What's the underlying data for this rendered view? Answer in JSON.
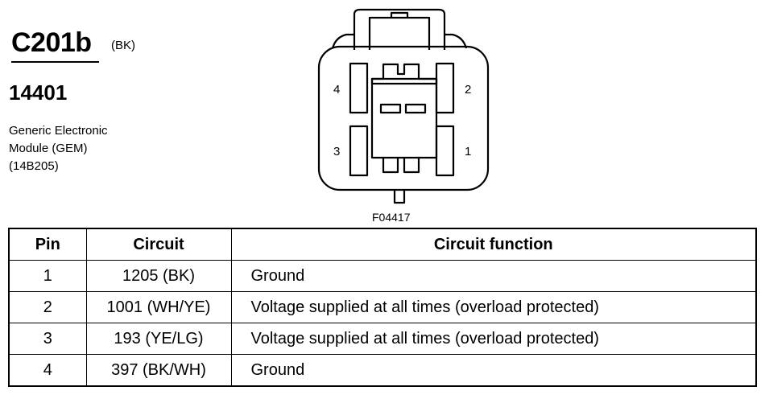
{
  "header": {
    "connector_id": "C201b",
    "connector_color": "(BK)",
    "part_number": "14401",
    "module_lines": [
      "Generic Electronic",
      "Module (GEM)",
      "(14B205)"
    ]
  },
  "diagram": {
    "pin_labels": {
      "pin_4": "4",
      "pin_2": "2",
      "pin_3": "3",
      "pin_1": "1"
    },
    "figure_id": "F04417"
  },
  "table": {
    "headers": {
      "pin": "Pin",
      "circuit": "Circuit",
      "function": "Circuit function"
    },
    "rows": [
      {
        "pin": "1",
        "circuit": "1205 (BK)",
        "function": "Ground"
      },
      {
        "pin": "2",
        "circuit": "1001 (WH/YE)",
        "function": "Voltage supplied at all times (overload protected)"
      },
      {
        "pin": "3",
        "circuit": "193 (YE/LG)",
        "function": "Voltage supplied at all times (overload protected)"
      },
      {
        "pin": "4",
        "circuit": "397 (BK/WH)",
        "function": "Ground"
      }
    ]
  }
}
